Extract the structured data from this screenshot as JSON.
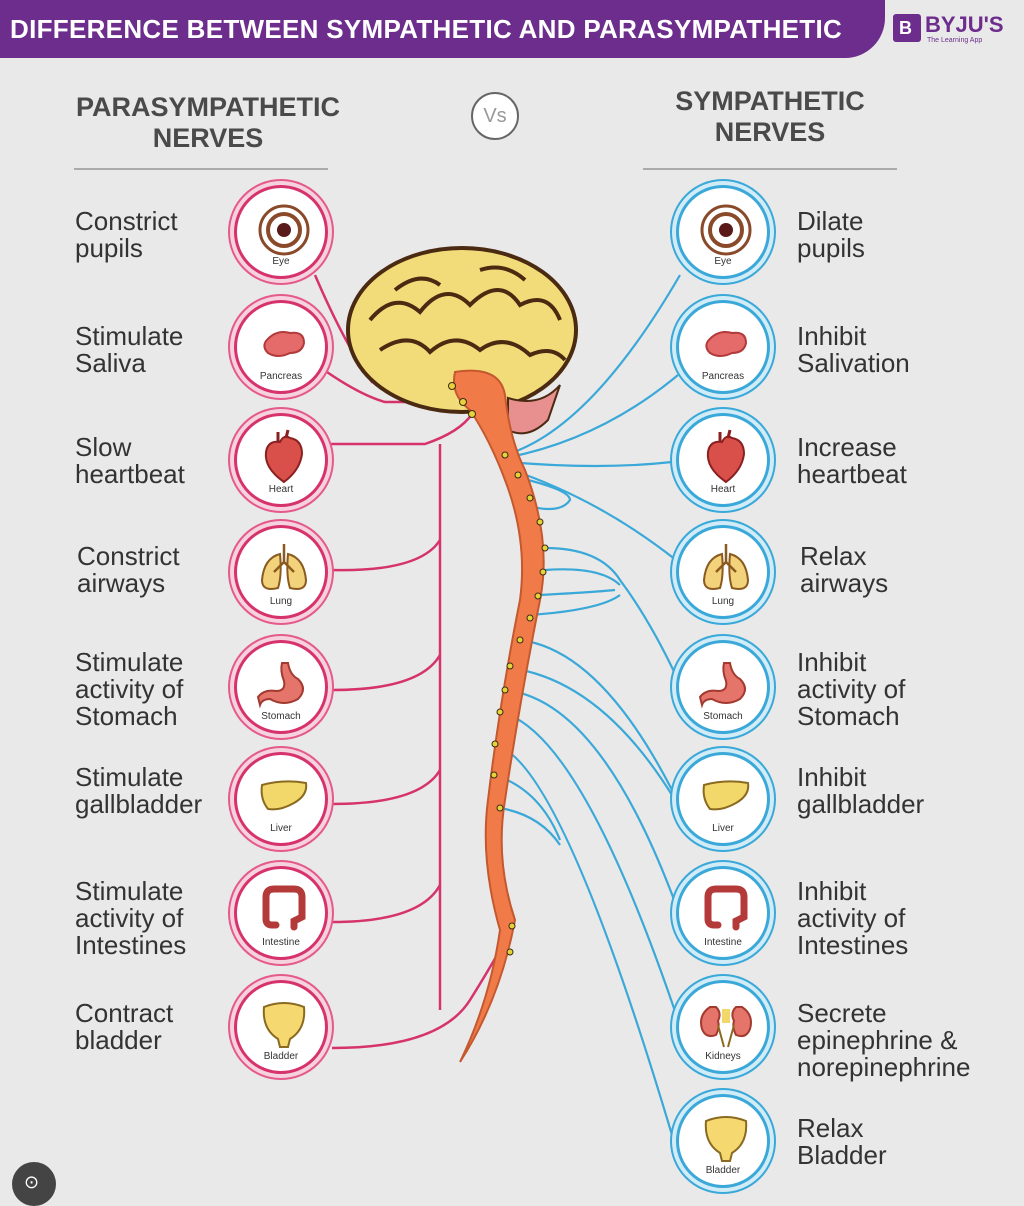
{
  "banner": {
    "title": "DIFFERENCE BETWEEN SYMPATHETIC AND PARASYMPATHETIC"
  },
  "logo": {
    "mark": "B",
    "name": "BYJU'S",
    "tagline": "The Learning App"
  },
  "vs": "Vs",
  "columns": {
    "left_heading": "PARASYMPATHETIC\nNERVES",
    "right_heading": "SYMPATHETIC\nNERVES"
  },
  "left": [
    {
      "organ": "Eye",
      "icon": "eye-icon",
      "label": "Constrict\npupils"
    },
    {
      "organ": "Pancreas",
      "icon": "pancreas-icon",
      "label": "Stimulate\nSaliva"
    },
    {
      "organ": "Heart",
      "icon": "heart-icon",
      "label": "Slow\nheartbeat"
    },
    {
      "organ": "Lung",
      "icon": "lung-icon",
      "label": "Constrict\nairways"
    },
    {
      "organ": "Stomach",
      "icon": "stomach-icon",
      "label": "Stimulate\nactivity of\nStomach"
    },
    {
      "organ": "Liver",
      "icon": "liver-icon",
      "label": "Stimulate\ngallbladder"
    },
    {
      "organ": "Intestine",
      "icon": "intestine-icon",
      "label": "Stimulate\nactivity of\nIntestines"
    },
    {
      "organ": "Bladder",
      "icon": "bladder-icon",
      "label": "Contract\nbladder"
    }
  ],
  "right": [
    {
      "organ": "Eye",
      "icon": "eye-icon",
      "label": "Dilate\npupils"
    },
    {
      "organ": "Pancreas",
      "icon": "pancreas-icon",
      "label": "Inhibit\nSalivation"
    },
    {
      "organ": "Heart",
      "icon": "heart-icon",
      "label": "Increase\nheartbeat"
    },
    {
      "organ": "Lung",
      "icon": "lung-icon",
      "label": "Relax\nairways"
    },
    {
      "organ": "Stomach",
      "icon": "stomach-icon",
      "label": "Inhibit\nactivity of\nStomach"
    },
    {
      "organ": "Liver",
      "icon": "liver-icon",
      "label": "Inhibit\ngallbladder"
    },
    {
      "organ": "Intestine",
      "icon": "intestine-icon",
      "label": "Inhibit\nactivity of\nIntestines"
    },
    {
      "organ": "Kidneys",
      "icon": "kidneys-icon",
      "label": "Secrete\nepinephrine &\nnorepinephrine"
    },
    {
      "organ": "Bladder",
      "icon": "bladder-icon",
      "label": "Relax\nBladder"
    }
  ],
  "colors": {
    "banner": "#6c2d8c",
    "parasympathetic": "#d6336c",
    "sympathetic": "#3aa8d8",
    "spinal_cord": "#f07a48",
    "brain": "#f2dc7a"
  }
}
